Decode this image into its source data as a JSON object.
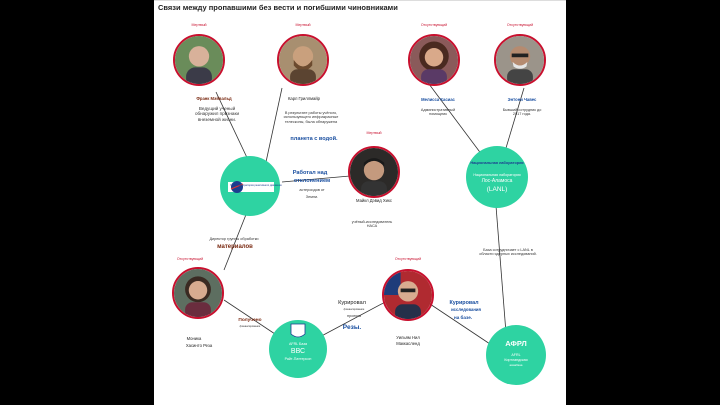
{
  "title": "Связи между пропавшими без вести и погибшими чиновниками",
  "colors": {
    "accent_red": "#c8102e",
    "org_green": "#2ed3a2",
    "link_blue": "#1a4fa0",
    "link_maroon": "#7a2a12"
  },
  "status_label": "Отсутствующий",
  "people": {
    "frank": {
      "status": "Мертвый",
      "name": "Франк Мэйвальд",
      "desc": "Ведущий ученый\nобнаружил признаки\nвнеземной жизни."
    },
    "karl": {
      "status": "Мертвый",
      "name": "Карл Гриллмайр",
      "desc": "В результате работы учёного,\nиспользующего инфракрасные\nтелескопы, была обнаружена",
      "highlight": "планета с водой."
    },
    "melissa": {
      "status": "Отсутствующий",
      "name": "Мелисса Касиас",
      "desc": "Административный\nпомощник"
    },
    "anthony": {
      "status": "Отсутствующий",
      "name": "Энтони Чавес",
      "desc": "Бывший сотрудник до\n2017 года."
    },
    "michael": {
      "status": "Мертвый",
      "name": "Майкл Дэвид Хикс",
      "desc": "учёный-исследователь\nНАСА"
    },
    "monica": {
      "status": "Отсутствующий",
      "name": "Моника",
      "name2": "Хасинто Реза"
    },
    "william": {
      "status": "Отсутствующий",
      "name": "Уильям Нил",
      "name2": "Маккасленд"
    }
  },
  "orgs": {
    "nasa": {
      "label": "NASA Лаборатория реактивного движения"
    },
    "lanl": {
      "small": "Национальная лаборатория",
      "name": "Лос-Аламоса",
      "abbr": "(LANL)"
    },
    "ww": {
      "small": "AFRL База",
      "name": "ВВС",
      "name2": "Райт-Паттерсон"
    },
    "afrl": {
      "abbr": "АФРЛ",
      "name": "AFRL",
      "name2": "Киртландская",
      "name3": "авиабаза"
    }
  },
  "links": {
    "nasa_michael": {
      "line1": "Работал над",
      "line2": "отклонением",
      "line3": "астероидов от",
      "line4": "Земли."
    },
    "monica_nasa": {
      "text": "Директор группы обработки",
      "highlight": "материалов"
    },
    "lanl_anthony": {
      "text": "База сотрудничает с LANL в\nобласти ядерных исследований."
    },
    "monica_ww": {
      "text": "Получено",
      "small": "финансирование"
    },
    "ww_curated": {
      "text": "Курировал",
      "small": "финансирование",
      "line3": "проекта",
      "highlight": "Резы."
    },
    "william_afrl": {
      "text": "Курировал",
      "line2": "исследования",
      "line3": "на базе."
    }
  }
}
